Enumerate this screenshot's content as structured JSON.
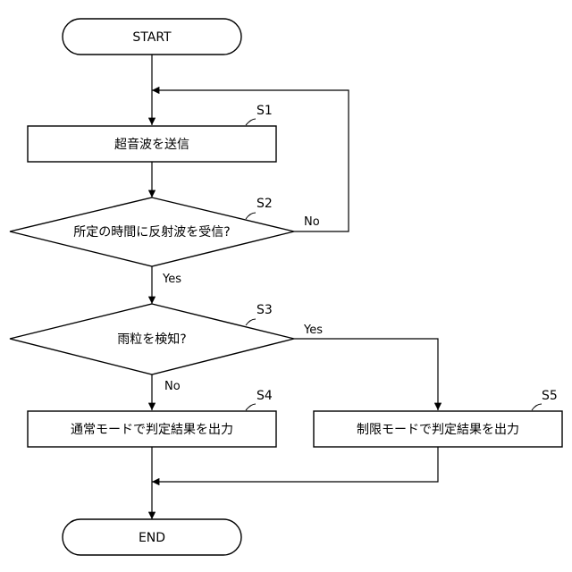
{
  "flowchart": {
    "start": "START",
    "end": "END",
    "steps": {
      "s1": {
        "id": "S1",
        "text": "超音波を送信"
      },
      "s2": {
        "id": "S2",
        "text": "所定の時間に反射波を受信?"
      },
      "s3": {
        "id": "S3",
        "text": "雨粒を検知?"
      },
      "s4": {
        "id": "S4",
        "text": "通常モードで判定結果を出力"
      },
      "s5": {
        "id": "S5",
        "text": "制限モードで判定結果を出力"
      }
    },
    "branches": {
      "s2_no": "No",
      "s2_yes": "Yes",
      "s3_yes": "Yes",
      "s3_no": "No"
    }
  }
}
